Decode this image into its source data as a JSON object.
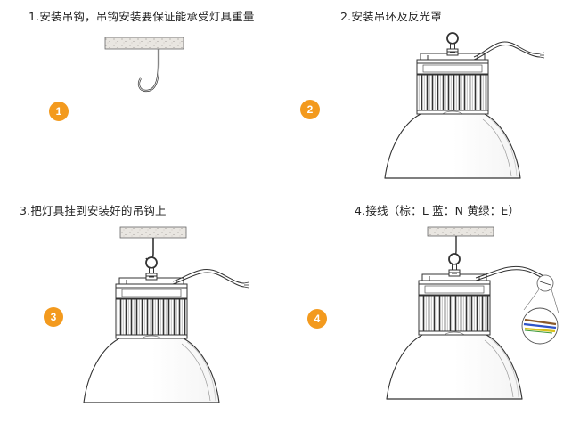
{
  "steps": [
    {
      "number": "1",
      "caption": "1.安装吊钩，吊钩安装要保证能承受灯具重量"
    },
    {
      "number": "2",
      "caption": "2.安装吊环及反光罩"
    },
    {
      "number": "3",
      "caption": "3.把灯具挂到安装好的吊钩上"
    },
    {
      "number": "4",
      "caption": "4.接线（棕：L   蓝：N   黄绿：E）"
    }
  ],
  "colors": {
    "badge": "#f39a1e",
    "wire_brown": "#8a5a2b",
    "wire_blue": "#2f54c8",
    "wire_yellow": "#d8c21a"
  }
}
